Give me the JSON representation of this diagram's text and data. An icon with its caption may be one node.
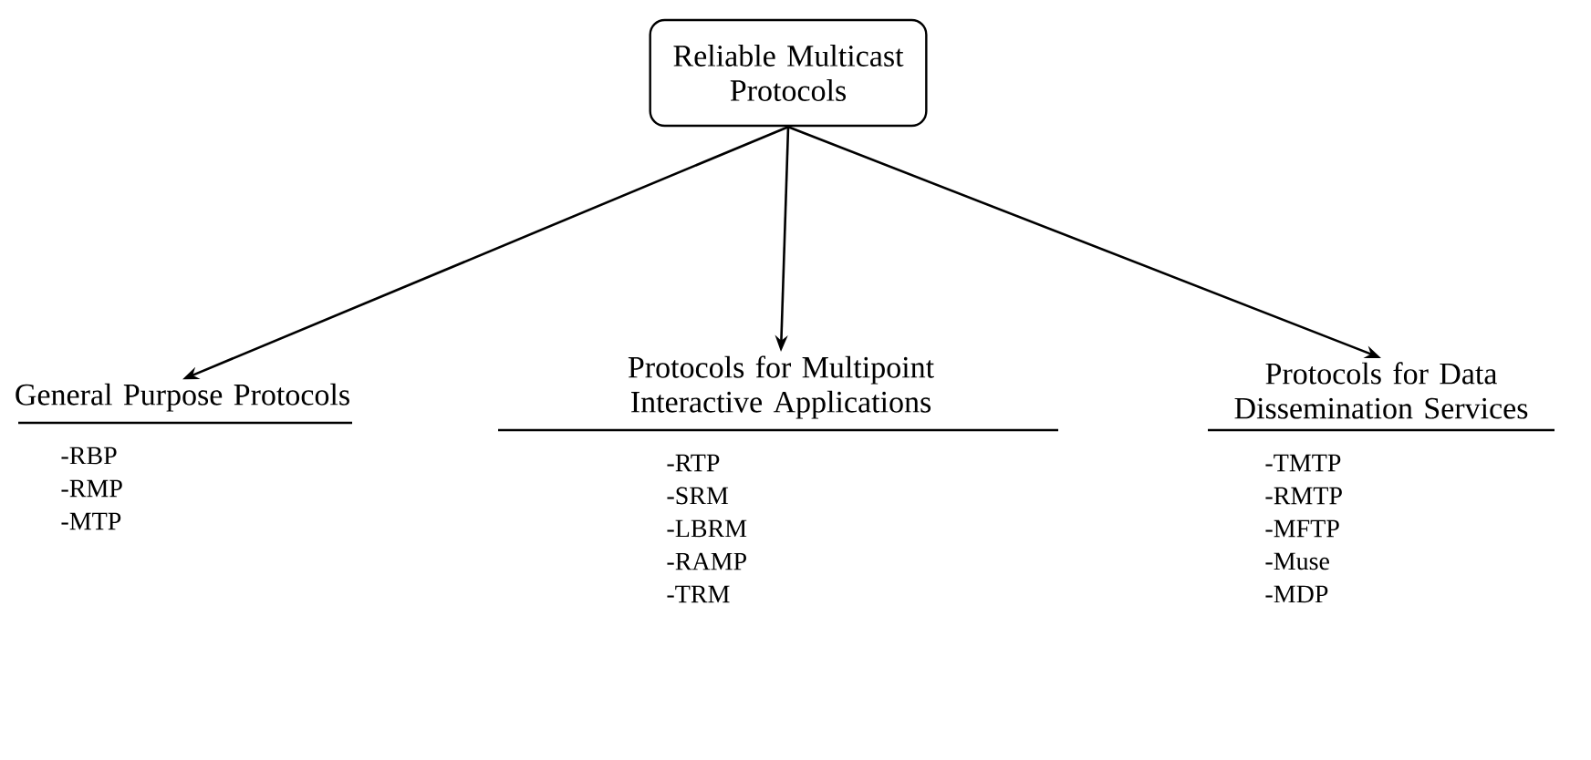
{
  "diagram": {
    "nodes": [
      {
        "text": [
          "Reliable Multicast Protocols"
        ]
      },
      {
        "text": [
          "General Purpose Protocols",
          "-RBP",
          "-RMP",
          "-MTP"
        ]
      },
      {
        "text": [
          "Protocols for Multipoint Interactive Applications",
          "-RTP",
          "-SRM",
          "-LBRM",
          "-RAMP",
          "-TRM"
        ]
      },
      {
        "text": [
          "Protocols for Data Dissemination Services",
          "-TMTP",
          "-RMTP",
          "-MFTP",
          "-Muse",
          "-MDP"
        ]
      }
    ],
    "edges": [
      {
        "from": 0,
        "to": 1,
        "arrow": "to"
      },
      {
        "from": 0,
        "to": 2,
        "arrow": "to"
      },
      {
        "from": 0,
        "to": 3,
        "arrow": "to"
      }
    ]
  }
}
